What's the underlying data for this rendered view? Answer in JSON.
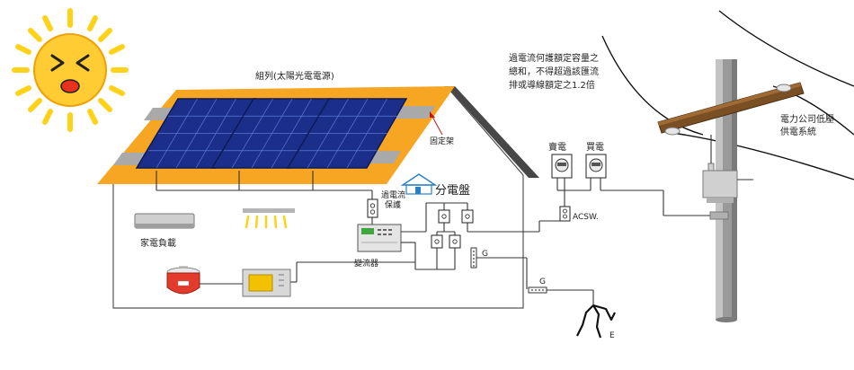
{
  "labels": {
    "array": "組列(太陽光電電源)",
    "bracket": "固定架",
    "breaker_note_1": "過電流何護額定容量之",
    "breaker_note_2": "總和，不得超過該匯流",
    "breaker_note_3": "排或導線額定之1.2倍",
    "sell_meter": "賣電",
    "buy_meter": "買電",
    "utility_1": "電力公司低壓",
    "utility_2": "供電系統",
    "overcurrent_1": "過電流",
    "overcurrent_2": "保護",
    "panelboard": "分電盤",
    "appliance_load": "家電負載",
    "inverter": "變流器",
    "ac_switch": "ACSW.",
    "ground_1": "G",
    "ground_2": "G",
    "earth": "E"
  },
  "colors": {
    "roof": "#f6a623",
    "panel": "#1b2f8a",
    "panel_grid": "#5d77d6",
    "house_outline": "#555555",
    "roof_edge": "#444444",
    "sun": "#ffcc33",
    "sun_ray": "#ffd21a",
    "pole": "#9a9a9a",
    "crossarm": "#7a4f24",
    "lcd": "#3da63d"
  },
  "icons": {
    "sun": "smiling-sun-icon",
    "meter": "watt-hour-meter-icon",
    "ground": "ground-electrode-icon"
  }
}
